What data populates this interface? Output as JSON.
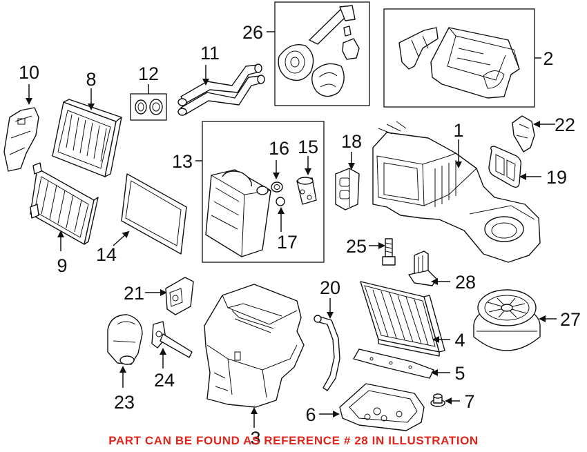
{
  "callouts": {
    "c1": "1",
    "c2": "2",
    "c3": "3",
    "c4": "4",
    "c5": "5",
    "c6": "6",
    "c7": "7",
    "c8": "8",
    "c9": "9",
    "c10": "10",
    "c11": "11",
    "c12": "12",
    "c13": "13",
    "c14": "14",
    "c15": "15",
    "c16": "16",
    "c17": "17",
    "c18": "18",
    "c19": "19",
    "c20": "20",
    "c21": "21",
    "c22": "22",
    "c23": "23",
    "c24": "24",
    "c25": "25",
    "c26": "26",
    "c27": "27",
    "c28": "28"
  },
  "caption": {
    "text": "PART CAN BE FOUND AS REFERENCE # 28 IN ILLUSTRATION",
    "color": "#e0241b"
  },
  "colors": {
    "line": "#111111",
    "background": "#ffffff"
  }
}
